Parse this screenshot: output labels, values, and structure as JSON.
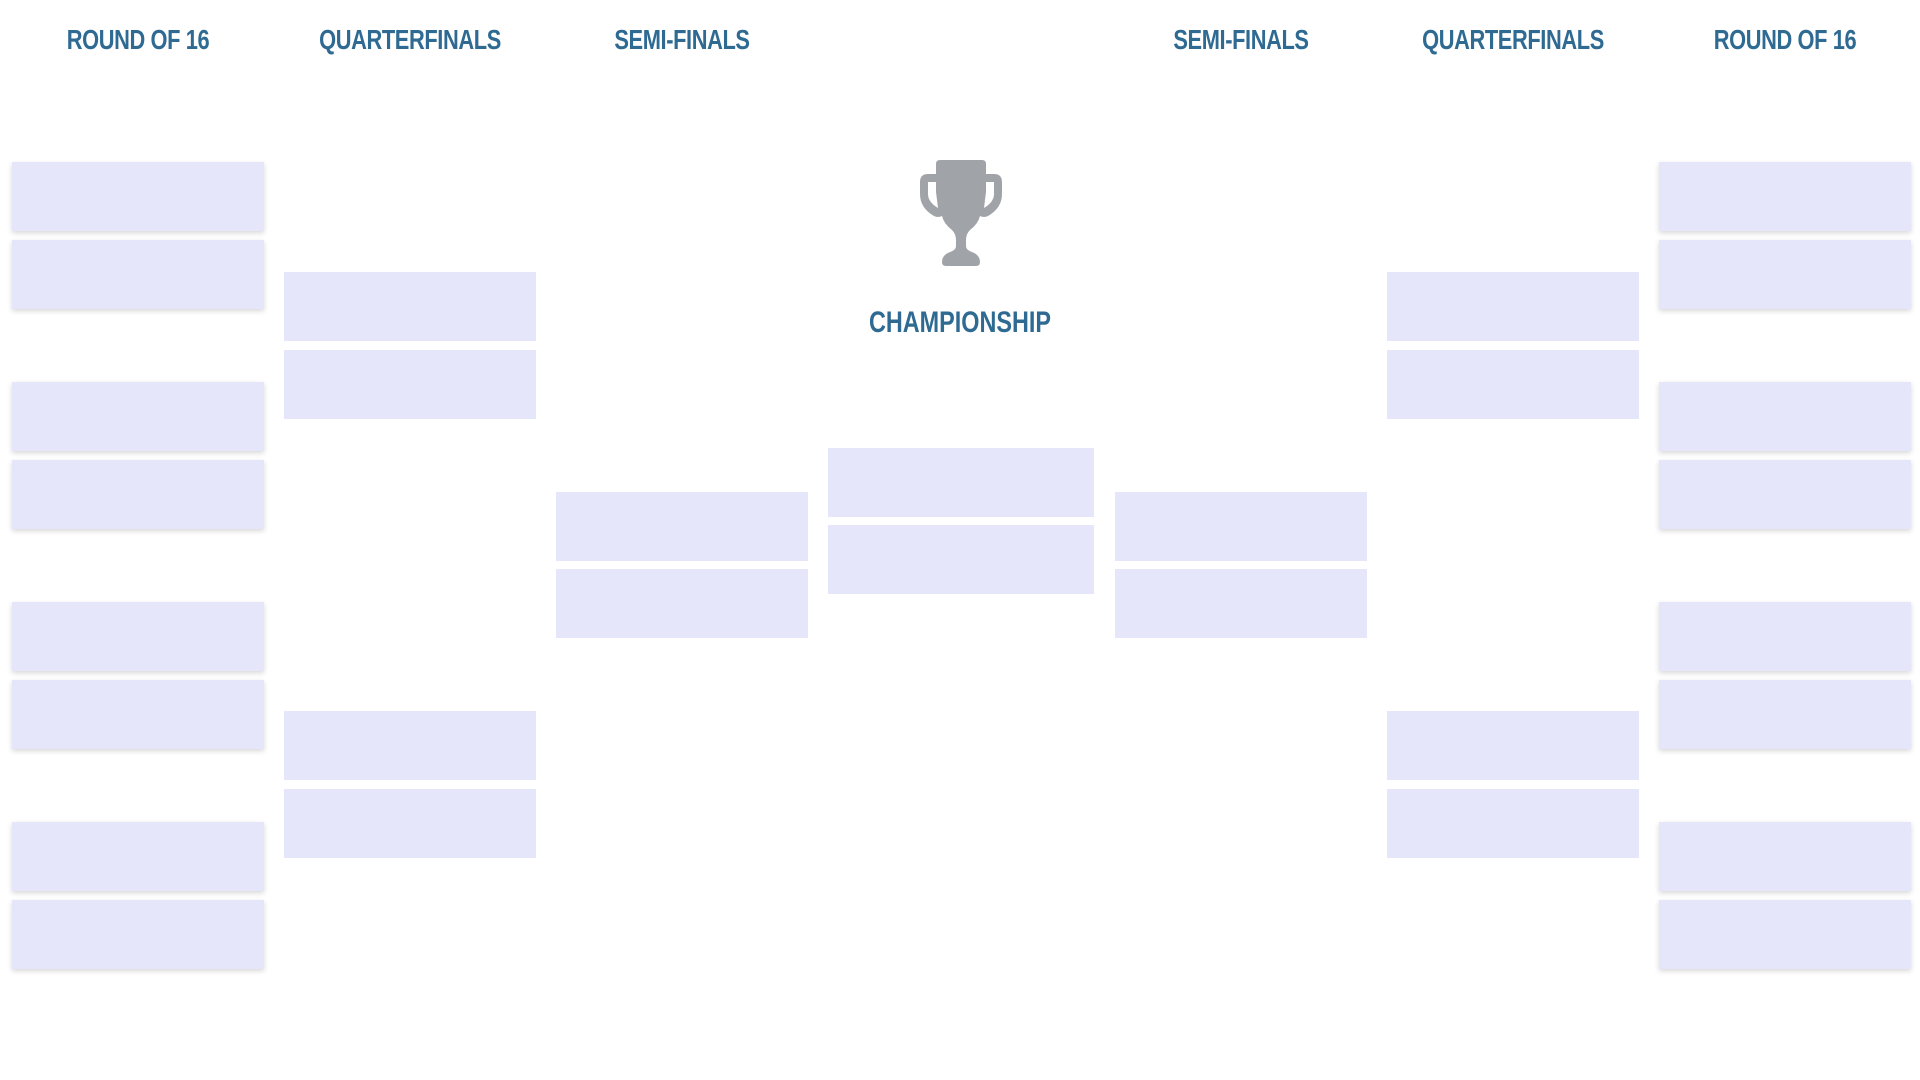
{
  "headers": {
    "left_round16": "ROUND OF 16",
    "left_quarterfinals": "QUARTERFINALS",
    "left_semifinals": "SEMI-FINALS",
    "right_semifinals": "SEMI-FINALS",
    "right_quarterfinals": "QUARTERFINALS",
    "right_round16": "ROUND OF 16"
  },
  "championship": {
    "label": "CHAMPIONSHIP",
    "icon": "trophy-icon",
    "icon_color": "#a0a4a8"
  },
  "colors": {
    "header_text": "#2e6a92",
    "slot_fill": "#e6e6fa",
    "background": "#ffffff"
  }
}
